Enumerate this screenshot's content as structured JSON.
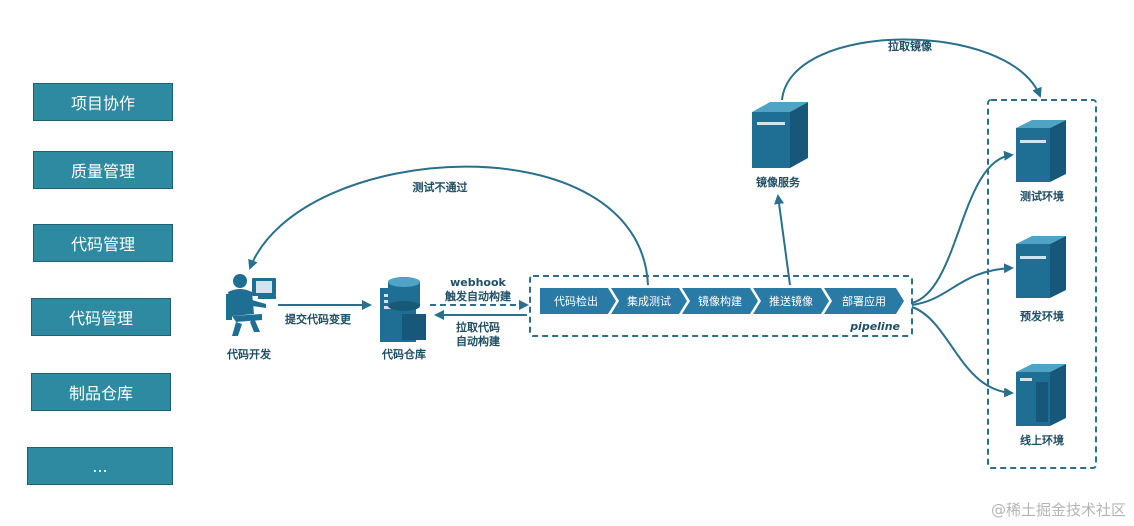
{
  "sidebar": {
    "items": [
      {
        "label": "项目协作"
      },
      {
        "label": "质量管理"
      },
      {
        "label": "代码管理"
      },
      {
        "label": "代码管理"
      },
      {
        "label": "制品仓库"
      },
      {
        "label": "..."
      }
    ]
  },
  "diagram": {
    "dev_label": "代码开发",
    "submit_label": "提交代码变更",
    "repo_label": "代码仓库",
    "webhook_line1": "webhook",
    "webhook_line2": "触发自动构建",
    "pull_line1": "拉取代码",
    "pull_line2": "自动构建",
    "test_fail_label": "测试不通过",
    "pipeline_label": "pipeline",
    "stages": [
      "代码检出",
      "集成测试",
      "镜像构建",
      "推送镜像",
      "部署应用"
    ],
    "image_service_label": "镜像服务",
    "pull_image_label": "拉取镜像",
    "env_test_label": "测试环境",
    "env_pre_label": "预发环境",
    "env_prod_label": "线上环境"
  },
  "watermark": "@稀土掘金技术社区",
  "colors": {
    "accent": "#2e8aa0",
    "line": "#2a6f8c",
    "server": "#1f6f95",
    "text": "#1f4f66"
  }
}
